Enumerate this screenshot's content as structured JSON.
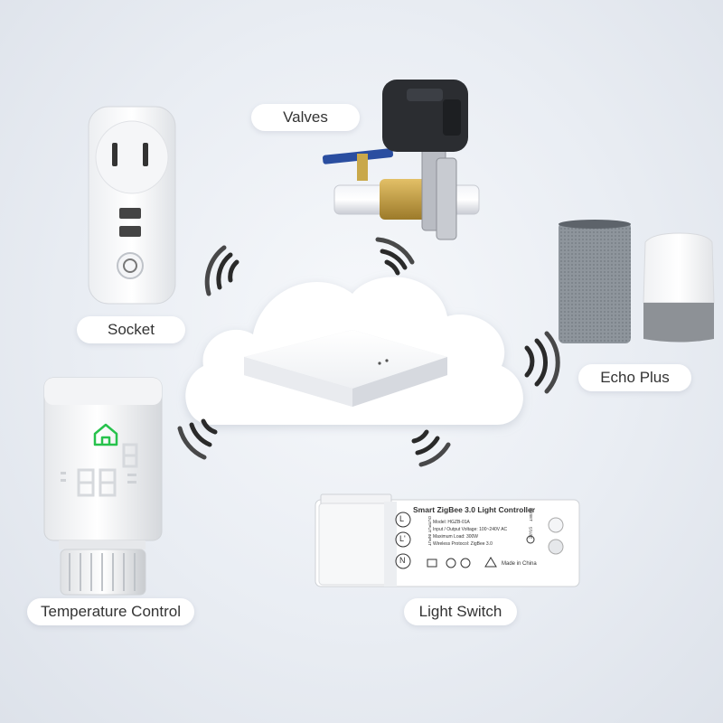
{
  "labels": {
    "valves": "Valves",
    "socket": "Socket",
    "echo_plus": "Echo Plus",
    "temperature_control": "Temperature Control",
    "light_switch": "Light Switch"
  },
  "light_controller": {
    "title": "Smart ZigBee 3.0 Light Controller",
    "model": "Model: HGZB-01A",
    "voltage": "Input / Output Voltage: 100~240V AC",
    "load": "Maximum Load: 300W",
    "protocol": "Wireless Protocol: ZigBee 3.0",
    "terminal_l": "L",
    "terminal_l_prime": "L'",
    "terminal_n": "N",
    "made_in": "Made in China",
    "reset": "RESET",
    "state": "STATE",
    "input": "INPUT",
    "output": "OUTPUT"
  },
  "colors": {
    "home_icon": "#27c24c",
    "pill_bg": "#ffffff",
    "signal": "#2a2a2a"
  }
}
